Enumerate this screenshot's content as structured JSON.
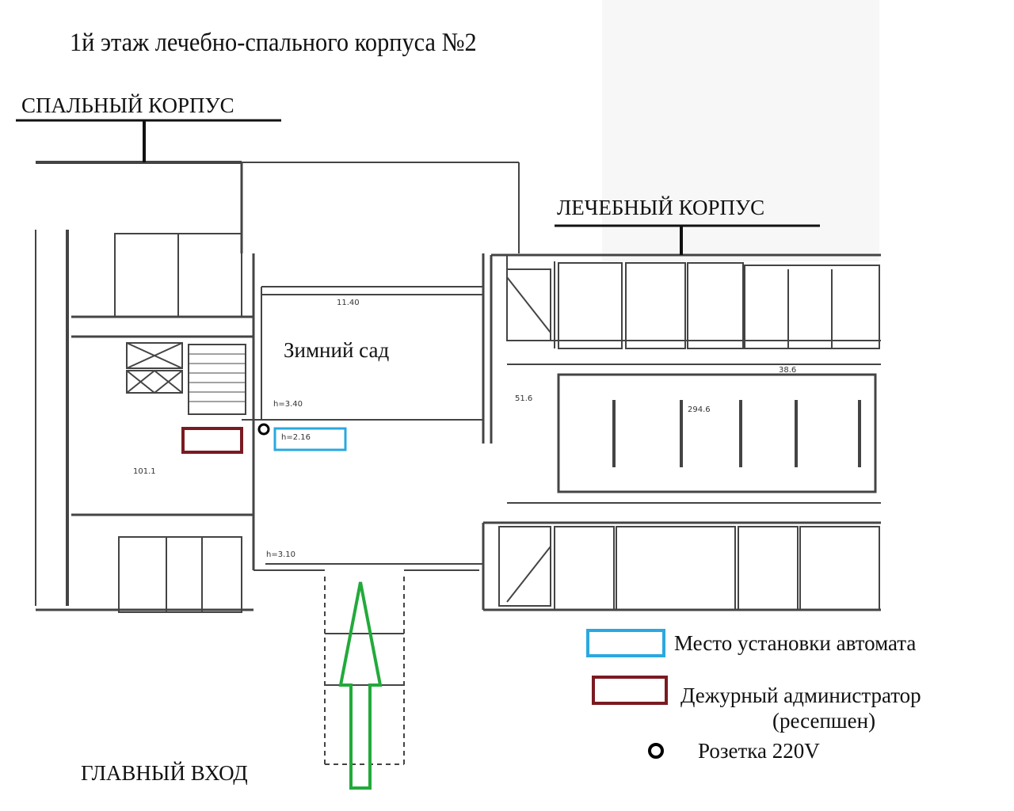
{
  "title": "1й этаж лечебно-спального корпуса №2",
  "labels": {
    "sleeping_block": "СПАЛЬНЫЙ КОРПУС",
    "treatment_block": "ЛЕЧЕБНЫЙ КОРПУС",
    "winter_garden": "Зимний сад",
    "main_entrance": "ГЛАВНЫЙ ВХОД"
  },
  "legend": {
    "breaker_location": "Место установки автомата",
    "duty_admin": "Дежурный администратор",
    "duty_admin_sub": "(ресепшен)",
    "socket": "Розетка 220V"
  },
  "colors": {
    "breaker": "#2aa8e0",
    "admin": "#7a1a22",
    "arrow": "#22aa3a",
    "socket": "#000000",
    "wall": "#444444"
  },
  "plan_annotations": {
    "height_1": "h=3.40",
    "height_2": "h=2.16",
    "height_3": "h=3.10",
    "big_room_1": "101.1",
    "big_room_2": "294.6",
    "hall_area": "51.6",
    "corridor_1": "11.40",
    "corridor_2": "38.6"
  }
}
